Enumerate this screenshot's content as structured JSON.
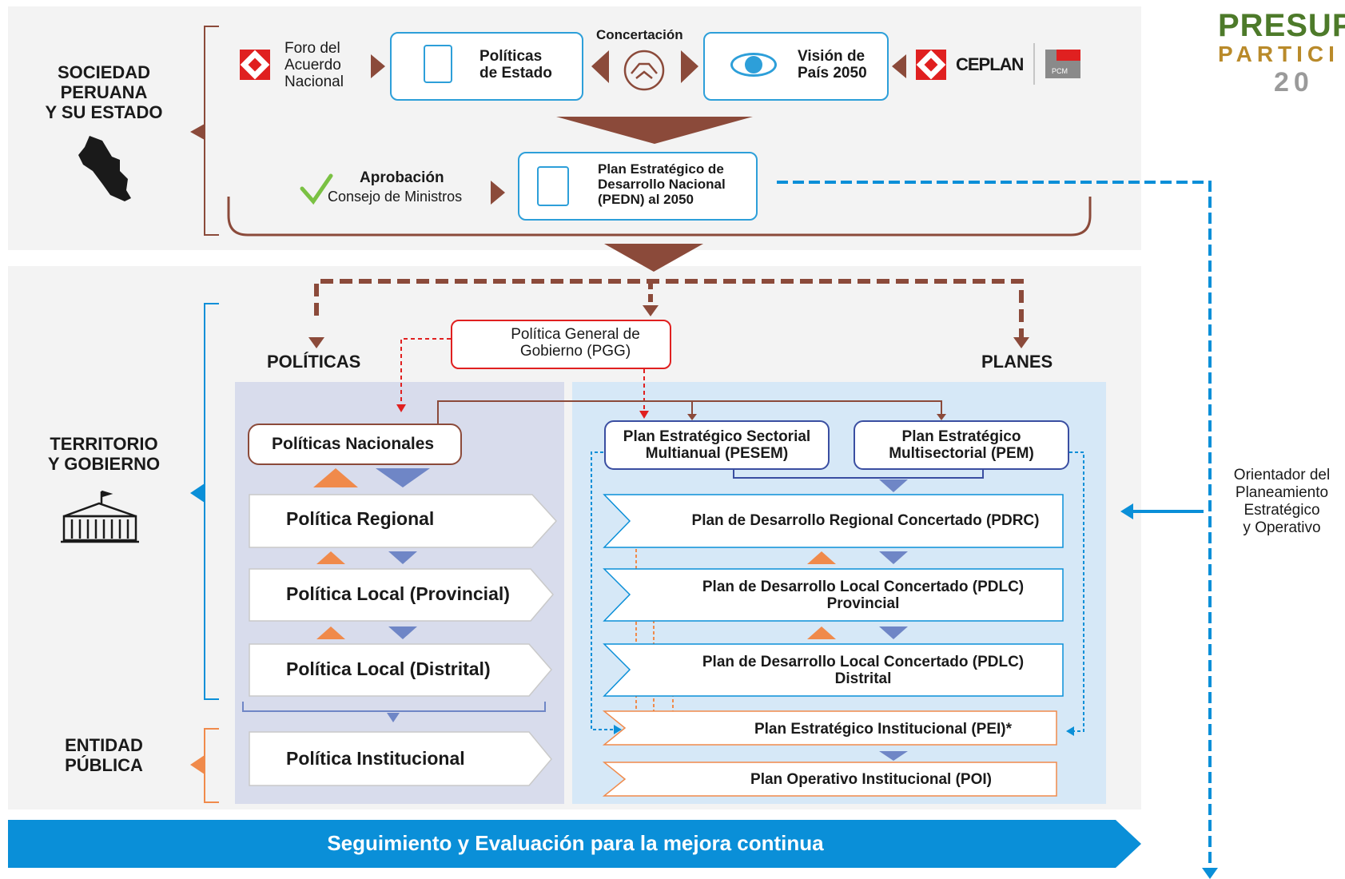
{
  "brand": {
    "line1": "PRESUP",
    "line2": "PARTICI",
    "line3": "20",
    "color_green": "#4d7a2a",
    "color_gold": "#b98a2a"
  },
  "colors": {
    "brown": "#8b4a3a",
    "blue": "#0a8fd8",
    "navy": "#3a4ea1",
    "orange": "#f08a4b",
    "red": "#e02020"
  },
  "sections": {
    "sociedad": "SOCIEDAD\nPERUANA\nY SU ESTADO",
    "territorio": "TERRITORIO\nY GOBIERNO",
    "entidad": "ENTIDAD\nPÚBLICA"
  },
  "top": {
    "foro": "Foro del\nAcuerdo\nNacional",
    "politicas_estado": "Políticas\nde Estado",
    "concertacion": "Concertación",
    "vision": "Visión de\nPaís 2050",
    "ceplan": "CEPLAN",
    "pcm": "PCM",
    "aprobacion_title": "Aprobación",
    "aprobacion_sub": "Consejo de Ministros",
    "pedn": "Plan Estratégico de\nDesarrollo Nacional\n(PEDN) al 2050"
  },
  "middle": {
    "pgg": "Política General de\nGobierno (PGG)",
    "politicas_header": "POLÍTICAS",
    "planes_header": "PLANES",
    "politicas_nacionales": "Políticas Nacionales",
    "pesem": "Plan Estratégico Sectorial\nMultianual (PESEM)",
    "pem": "Plan Estratégico\nMultisectorial (PEM)",
    "politica_items": [
      "Política Regional",
      "Política Local (Provincial)",
      "Política Local (Distrital)",
      "Política Institucional"
    ],
    "plan_items": [
      "Plan de Desarrollo Regional Concertado (PDRC)",
      "Plan de Desarrollo Local Concertado (PDLC)\nProvincial",
      "Plan de Desarrollo Local Concertado (PDLC)\nDistrital"
    ],
    "pei": "Plan Estratégico Institucional (PEI)*",
    "poi": "Plan Operativo Institucional (POI)"
  },
  "right_note": "Orientador del\nPlaneamiento\nEstratégico\ny Operativo",
  "footer": "Seguimiento y Evaluación para la mejora continua"
}
